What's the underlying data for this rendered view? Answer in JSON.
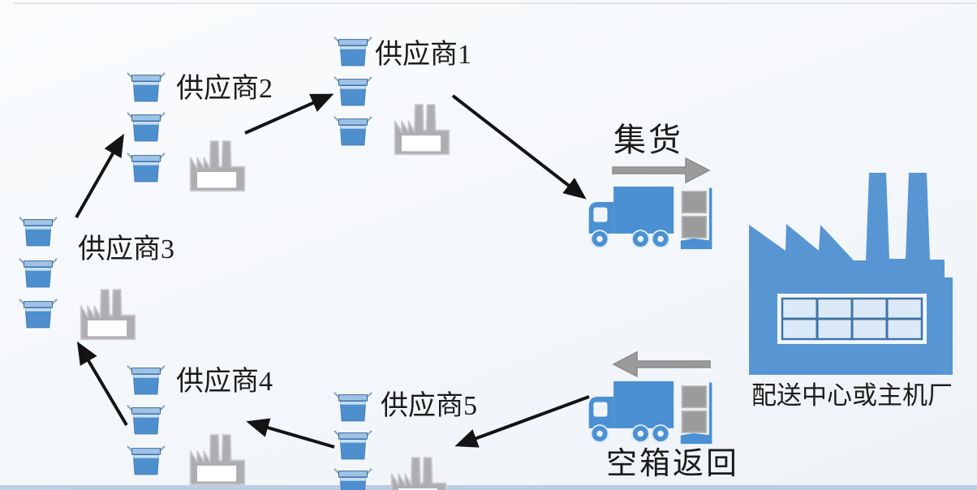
{
  "diagram": {
    "type": "supply-chain-milk-run-flow",
    "suppliers": [
      {
        "label": "供应商1"
      },
      {
        "label": "供应商2"
      },
      {
        "label": "供应商3"
      },
      {
        "label": "供应商4"
      },
      {
        "label": "供应商5"
      }
    ],
    "labels": {
      "consolidation": "集货",
      "empty_return": "空箱返回",
      "plant": "配送中心或主机厂"
    },
    "flows": [
      {
        "from": "supplier-3",
        "to": "supplier-2"
      },
      {
        "from": "supplier-2",
        "to": "supplier-1"
      },
      {
        "from": "supplier-1",
        "to": "consolidation-truck"
      },
      {
        "from": "return-truck",
        "to": "supplier-5"
      },
      {
        "from": "supplier-5",
        "to": "supplier-4"
      },
      {
        "from": "supplier-4",
        "to": "supplier-3"
      }
    ],
    "colors": {
      "box_blue": "#4e90ce",
      "box_lid": "#9fc3e6",
      "factory_gray": "#aeaeb2",
      "truck_blue": "#4a90d2",
      "plant_blue": "#5796d2",
      "flow_arrow_black": "#141414",
      "transport_arrow_gray": "#9b9b9b",
      "background": "#f4f7fa"
    }
  }
}
